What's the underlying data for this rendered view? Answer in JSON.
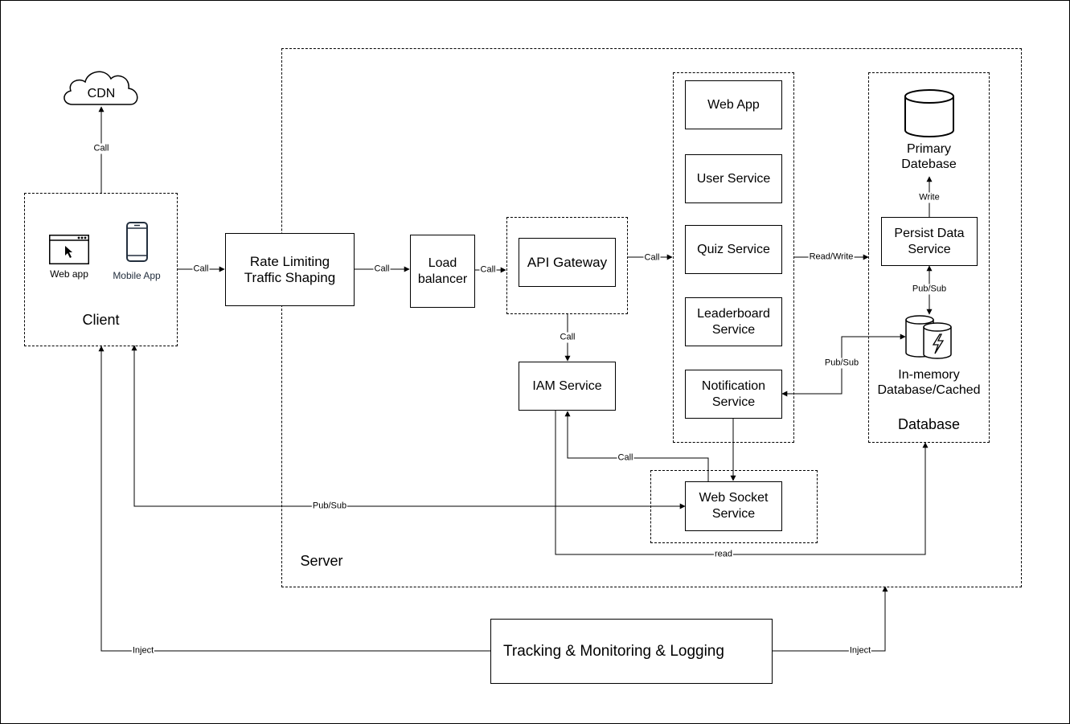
{
  "cdn": "CDN",
  "client": {
    "title": "Client",
    "web_app": "Web app",
    "mobile_app": "Mobile App"
  },
  "server": {
    "title": "Server",
    "rate_limiting": "Rate Limiting\nTraffic Shaping",
    "load_balancer": "Load\nbalancer",
    "api_gateway": "API Gateway",
    "iam_service": "IAM Service",
    "services": {
      "web_app": "Web App",
      "user_service": "User Service",
      "quiz_service": "Quiz Service",
      "leaderboard_service": "Leaderboard\nService",
      "notification_service": "Notification\nService"
    },
    "web_socket_service": "Web Socket\nService"
  },
  "database": {
    "title": "Database",
    "primary": "Primary\nDatebase",
    "persist_service": "Persist Data\nService",
    "in_memory": "In-memory\nDatabase/Cached"
  },
  "tracking": "Tracking & Monitoring & Logging",
  "edges": {
    "client_cdn": "Call",
    "client_rate": "Call",
    "rate_lb": "Call",
    "lb_gateway": "Call",
    "gateway_services": "Call",
    "gateway_iam": "Call",
    "ws_iam": "Call",
    "services_db": "Read/Write",
    "persist_primary": "Write",
    "cache_persist": "Pub/Sub",
    "cache_notification": "Pub/Sub",
    "client_ws": "Pub/Sub",
    "iam_db": "read",
    "tracking_client": "Inject",
    "tracking_server": "Inject"
  }
}
